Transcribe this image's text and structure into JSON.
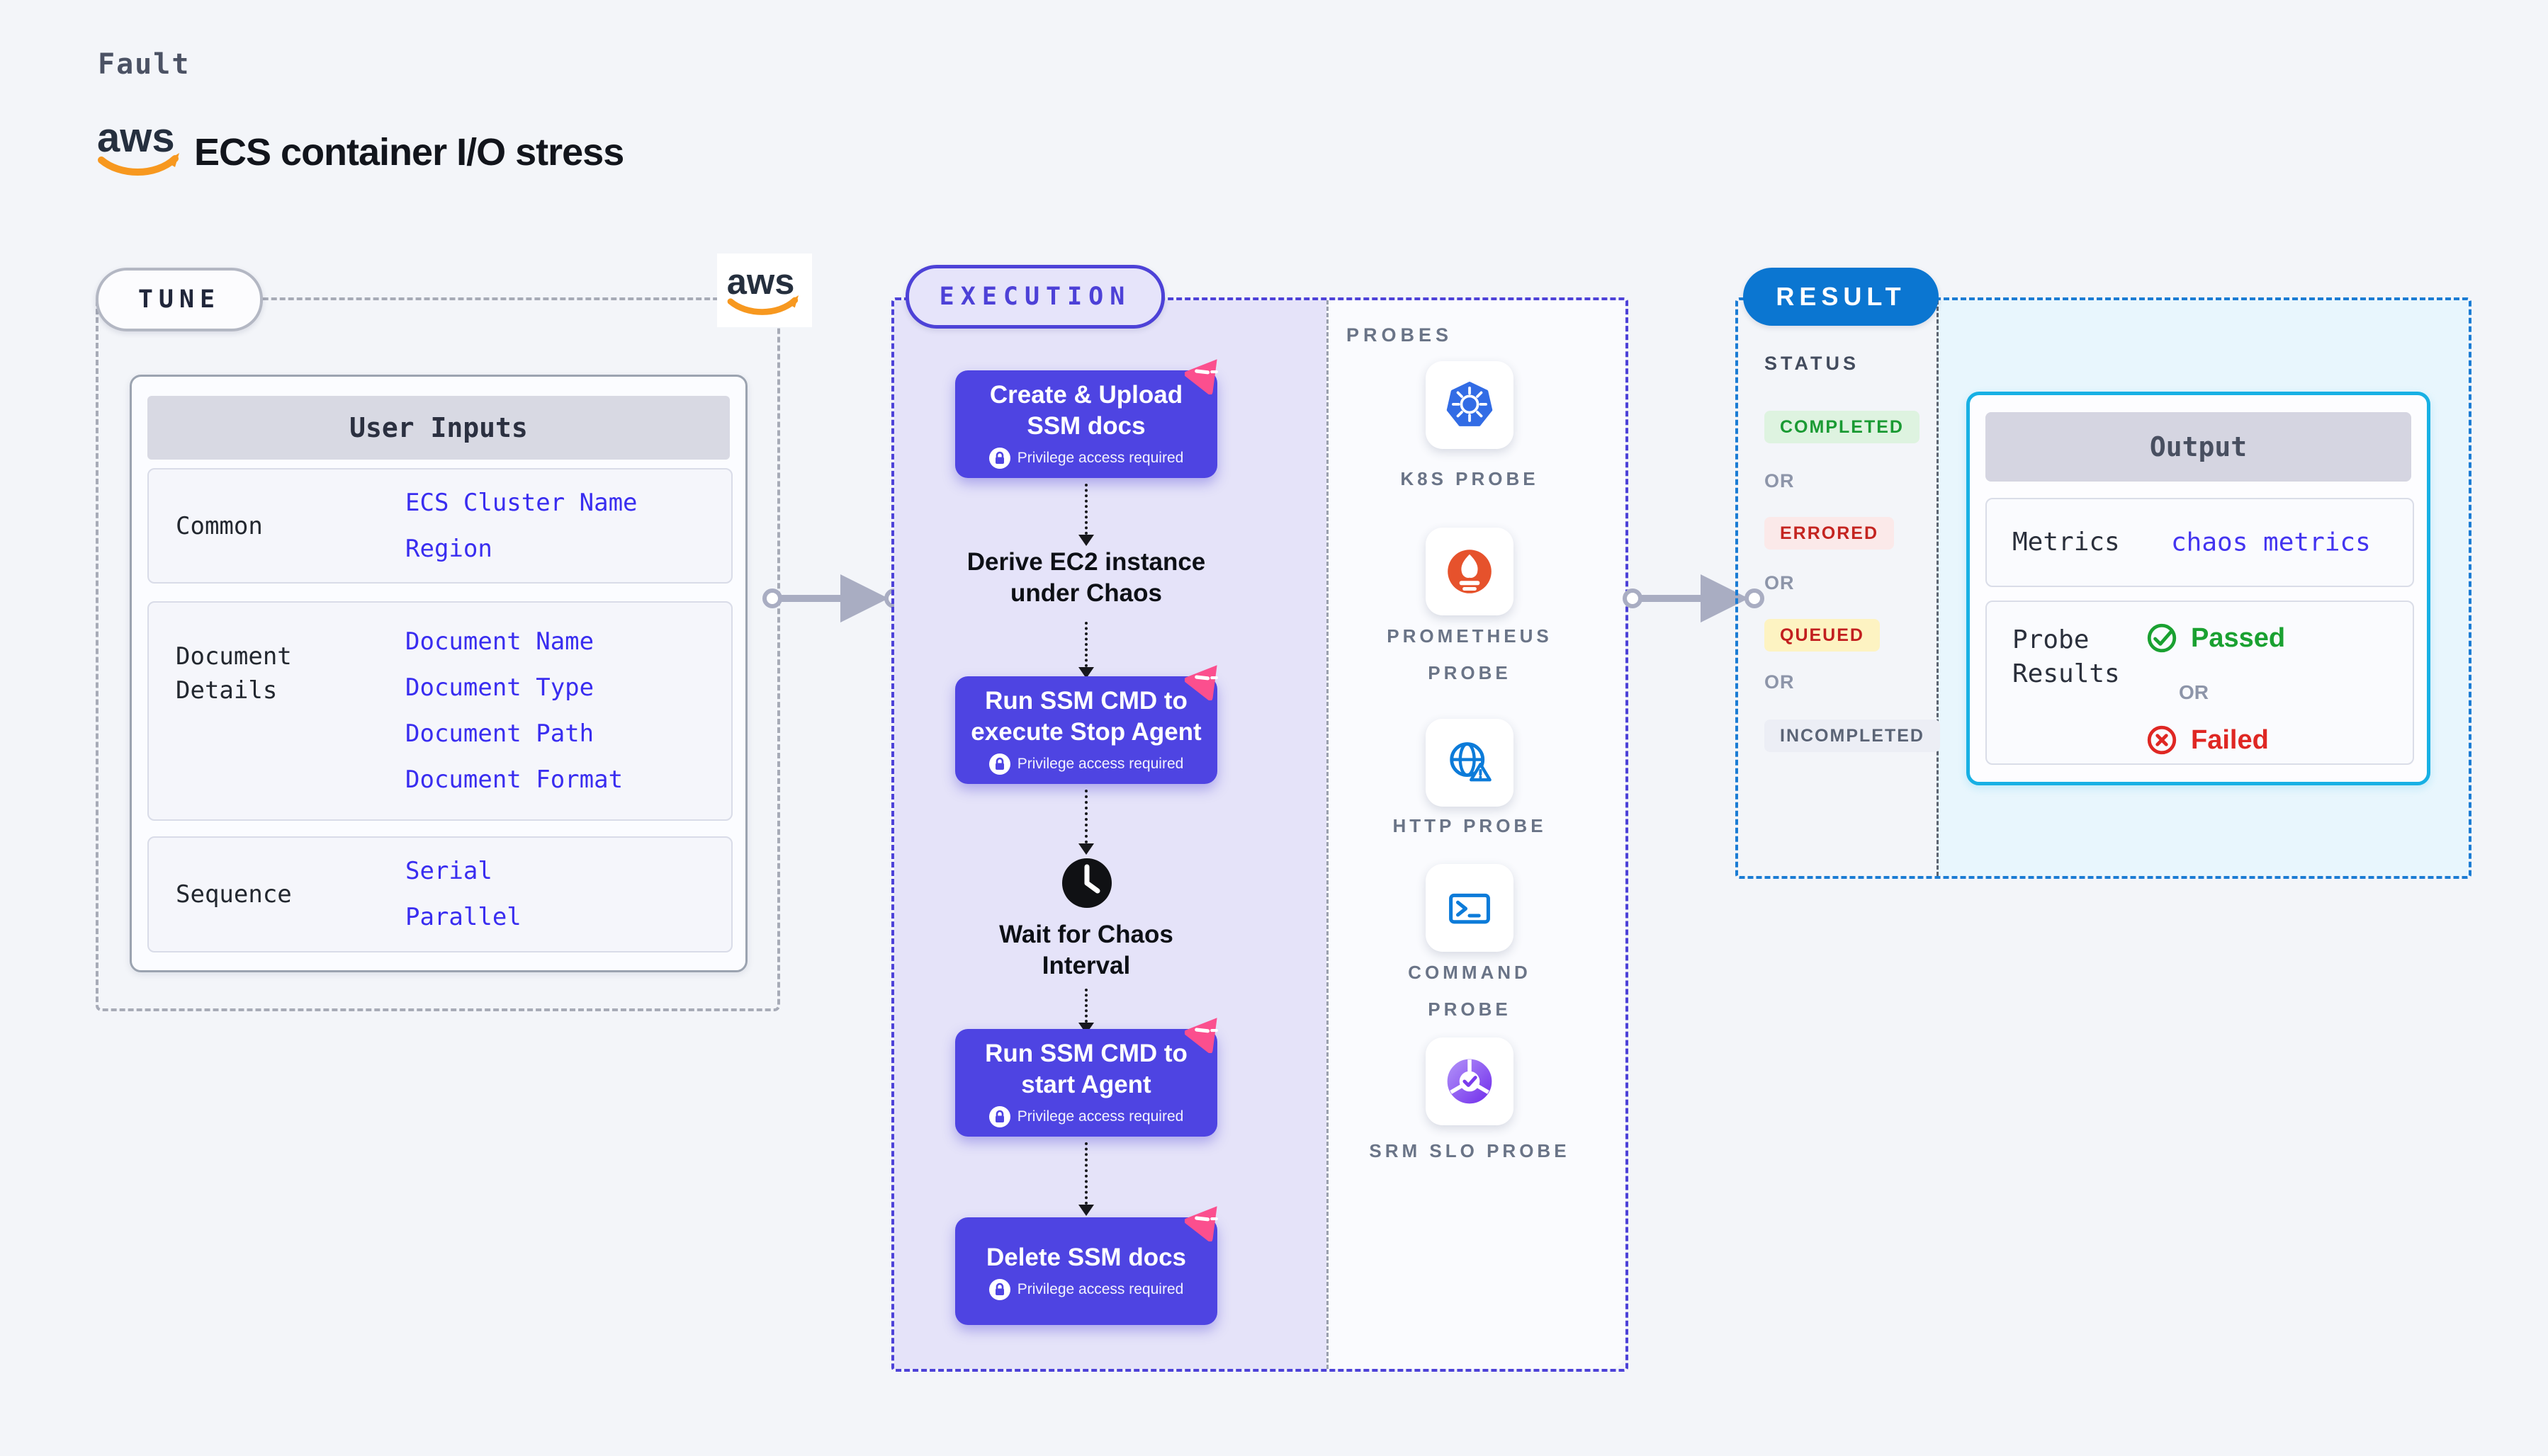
{
  "header": {
    "eyebrow": "Fault",
    "title": "ECS container I/O stress",
    "aws_word": "aws"
  },
  "tune": {
    "badge": "TUNE",
    "user_inputs": {
      "title": "User Inputs",
      "rows": [
        {
          "label": "Common",
          "values": [
            "ECS Cluster Name",
            "Region"
          ]
        },
        {
          "label": "Document\nDetails",
          "values": [
            "Document Name",
            "Document Type",
            "Document Path",
            "Document Format"
          ]
        },
        {
          "label": "Sequence",
          "values": [
            "Serial",
            "Parallel"
          ]
        }
      ]
    }
  },
  "execution": {
    "badge": "EXECUTION",
    "steps": [
      {
        "type": "card",
        "title": "Create & Upload\nSSM docs",
        "note": "Privilege access required"
      },
      {
        "type": "text",
        "title": "Derive EC2 instance\nunder Chaos"
      },
      {
        "type": "card",
        "title": "Run SSM CMD to\nexecute Stop Agent",
        "note": "Privilege access required"
      },
      {
        "type": "wait",
        "title": "Wait for Chaos\nInterval"
      },
      {
        "type": "card",
        "title": "Run SSM CMD to\nstart Agent",
        "note": "Privilege access required"
      },
      {
        "type": "card",
        "title": "Delete SSM docs",
        "note": "Privilege access required"
      }
    ],
    "probes": {
      "title": "PROBES",
      "items": [
        {
          "label": "K8S PROBE",
          "icon": "kubernetes-icon"
        },
        {
          "label": "PROMETHEUS PROBE",
          "icon": "prometheus-icon"
        },
        {
          "label": "HTTP PROBE",
          "icon": "http-globe-icon"
        },
        {
          "label": "COMMAND PROBE",
          "icon": "terminal-icon"
        },
        {
          "label": "SRM SLO PROBE",
          "icon": "slo-donut-icon"
        }
      ]
    }
  },
  "result": {
    "badge": "RESULT",
    "status": {
      "title": "STATUS",
      "completed": "COMPLETED",
      "or": "OR",
      "errored": "ERRORED",
      "queued": "QUEUED",
      "incompleted": "INCOMPLETED"
    },
    "output": {
      "title": "Output",
      "metrics_label": "Metrics",
      "metrics_value": "chaos metrics",
      "probe_label": "Probe\nResults",
      "passed": "Passed",
      "or": "OR",
      "failed": "Failed"
    }
  },
  "colors": {
    "accent_indigo": "#4d42d8",
    "link_blue": "#392df0",
    "result_blue": "#0b76d1",
    "output_cyan": "#17b0e4",
    "passed_green": "#1aa131",
    "failed_red": "#df2723",
    "queued_yellow_bg": "#fdf3c2",
    "chaos_pink": "#fb4f8e",
    "aws_orange": "#f7981f"
  }
}
